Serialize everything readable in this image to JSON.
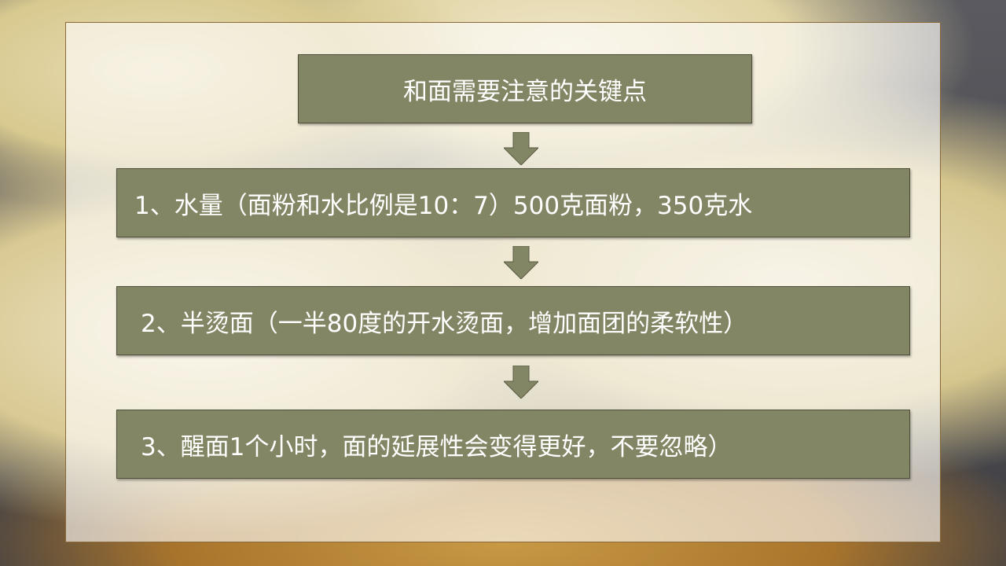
{
  "title": "和面需要注意的关键点",
  "steps": [
    {
      "text": "1、水量（面粉和水比例是10：7）500克面粉，350克水"
    },
    {
      "text": "2、半烫面（一半80度的开水烫面，增加面团的柔软性）"
    },
    {
      "text": "3、醒面1个小时，面的延展性会变得更好，不要忽略）"
    }
  ],
  "colors": {
    "box_fill": "#838664",
    "box_text": "#ffffff",
    "arrow": "#838664"
  },
  "icons": {
    "connector": "down-arrow-icon"
  }
}
